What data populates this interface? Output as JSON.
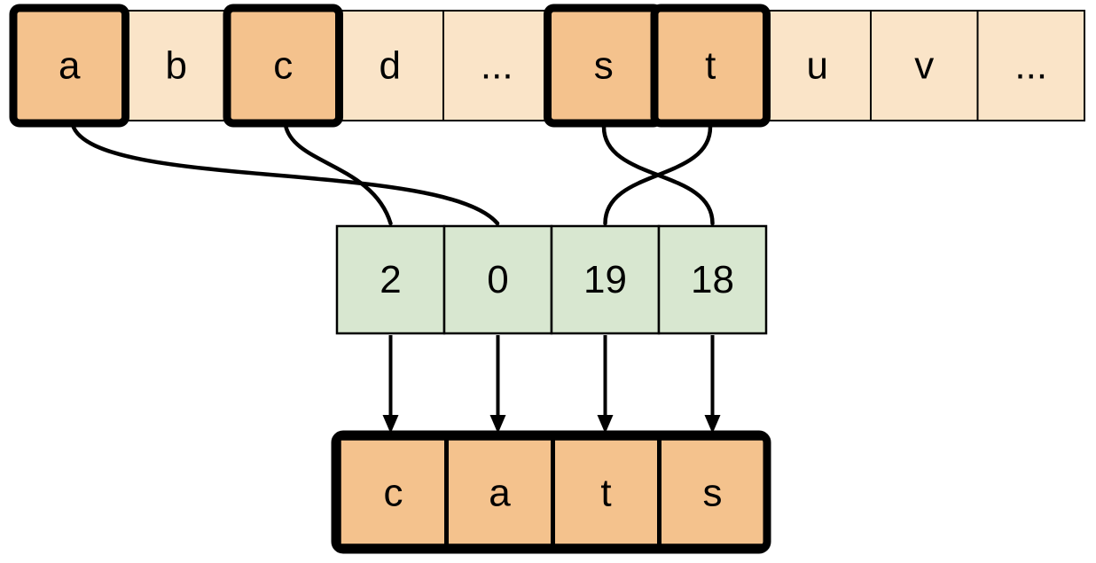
{
  "diagram": {
    "type": "array-indexing-diagram",
    "colors": {
      "highlight_fill": "#F4C28D",
      "plain_fill": "#FAE4C8",
      "index_fill": "#D8E7D0",
      "line": "#000000",
      "background": "#FFFFFF"
    },
    "alphabet_row": {
      "cells": [
        {
          "label": "a",
          "highlighted": true
        },
        {
          "label": "b",
          "highlighted": false
        },
        {
          "label": "c",
          "highlighted": true
        },
        {
          "label": "d",
          "highlighted": false
        },
        {
          "label": "...",
          "highlighted": false
        },
        {
          "label": "s",
          "highlighted": true
        },
        {
          "label": "t",
          "highlighted": true
        },
        {
          "label": "u",
          "highlighted": false
        },
        {
          "label": "v",
          "highlighted": false
        },
        {
          "label": "...",
          "highlighted": false
        }
      ]
    },
    "index_row": {
      "cells": [
        {
          "label": "2"
        },
        {
          "label": "0"
        },
        {
          "label": "19"
        },
        {
          "label": "18"
        }
      ]
    },
    "word_row": {
      "cells": [
        {
          "label": "c"
        },
        {
          "label": "a"
        },
        {
          "label": "t"
        },
        {
          "label": "s"
        }
      ]
    },
    "connections": [
      {
        "from": "a",
        "to": "0"
      },
      {
        "from": "c",
        "to": "2"
      },
      {
        "from": "s",
        "to": "18"
      },
      {
        "from": "t",
        "to": "19"
      }
    ],
    "arrows": [
      {
        "from": "2",
        "to": "c"
      },
      {
        "from": "0",
        "to": "a"
      },
      {
        "from": "19",
        "to": "t"
      },
      {
        "from": "18",
        "to": "s"
      }
    ]
  }
}
